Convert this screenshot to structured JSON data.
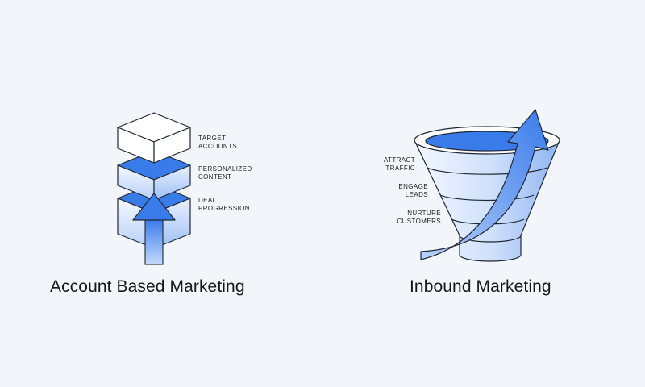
{
  "left": {
    "caption": "Account Based Marketing",
    "stages": [
      {
        "line1": "TARGET",
        "line2": "ACCOUNTS"
      },
      {
        "line1": "PERSONALIZED",
        "line2": "CONTENT"
      },
      {
        "line1": "DEAL",
        "line2": "PROGRESSION"
      }
    ]
  },
  "right": {
    "caption": "Inbound Marketing",
    "stages": [
      {
        "line1": "ATTRACT",
        "line2": "TRAFFIC"
      },
      {
        "line1": "ENGAGE",
        "line2": "LEADS"
      },
      {
        "line1": "NURTURE",
        "line2": "CUSTOMERS"
      }
    ]
  },
  "colors": {
    "accent": "#3a7bea",
    "accent_light": "#a9c7f8",
    "face_top": "#ffffff",
    "outline": "#1f2733",
    "background": "#f2f6fb"
  }
}
